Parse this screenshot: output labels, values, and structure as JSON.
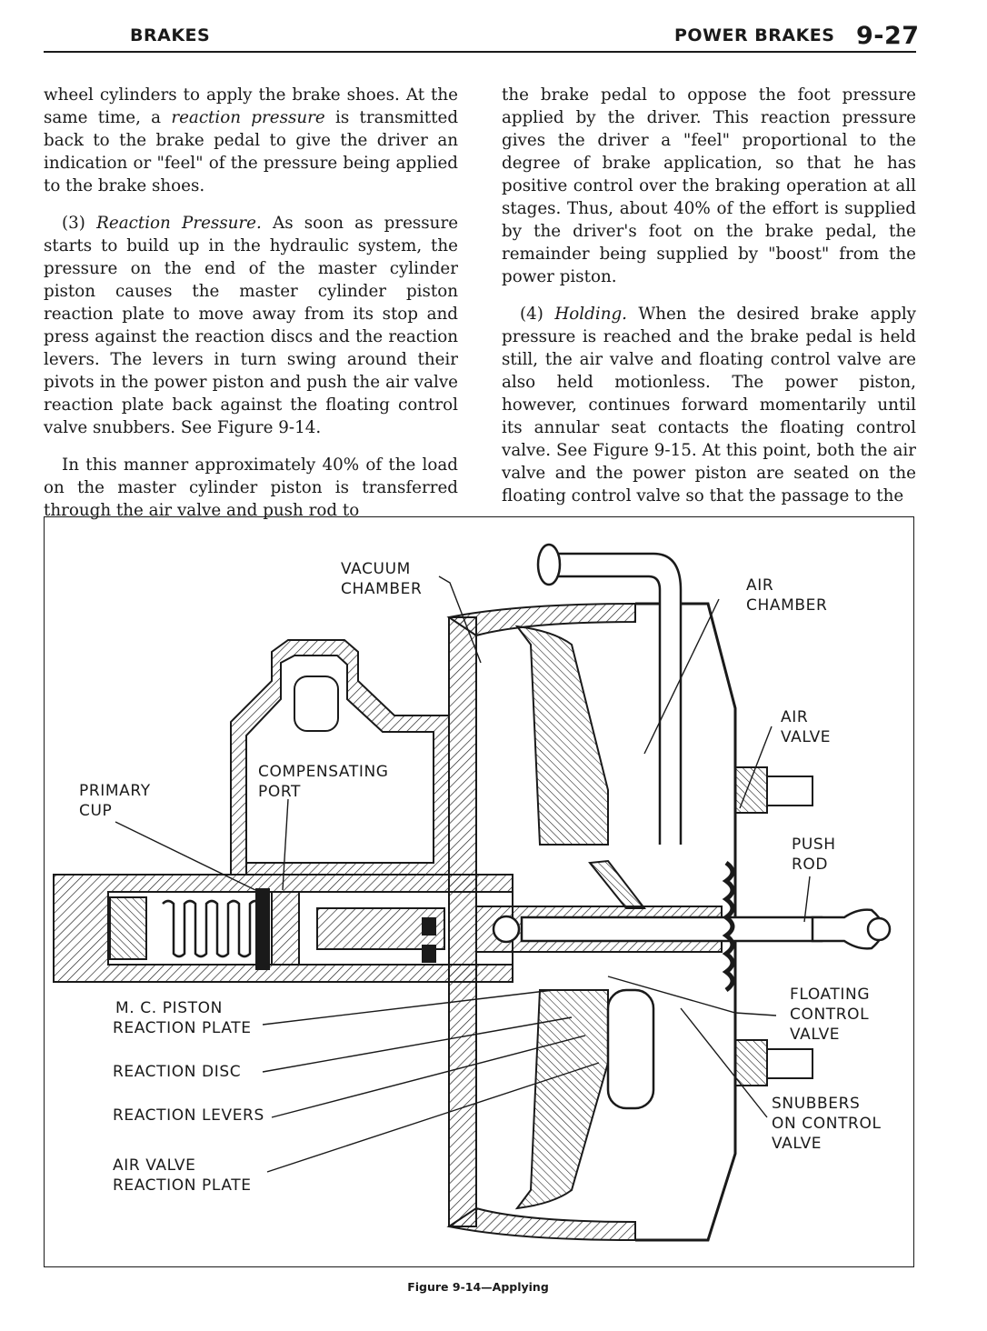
{
  "header": {
    "left": "BRAKES",
    "right": "POWER BRAKES",
    "page_number": "9-27"
  },
  "left_column": {
    "p1": "wheel cylinders to apply the brake shoes. At the same time, a",
    "p1_em": "reaction pressure",
    "p1_rest": "is transmitted back to the brake pedal to give the driver an indication or \"feel\" of the pressure being applied to the brake shoes.",
    "p2_num": "(3)",
    "p2_em": "Reaction Pressure.",
    "p2_rest": "As soon as pressure starts to build up in the hydraulic system, the pressure on the end of the master cylinder piston causes the master cylinder piston reaction plate to move away from its stop and press against the reaction discs and the reaction levers. The levers in turn swing around their pivots in the power piston and push the air valve reaction plate back against the floating control valve snubbers. See Figure 9-14.",
    "p3": "In this manner approximately 40% of the load on the master cylinder piston is transferred through the air valve and push rod to"
  },
  "right_column": {
    "p1": "the brake pedal to oppose the foot pressure applied by the driver. This reaction pressure gives the driver a \"feel\" proportional to the degree of brake application, so that he has positive control over the braking operation at all stages. Thus, about 40% of the effort is supplied by the driver's foot on the brake pedal, the remainder being supplied by \"boost\" from the power piston.",
    "p2_num": "(4)",
    "p2_em": "Holding.",
    "p2_rest": "When the desired brake apply pressure is reached and the brake pedal is held still, the air valve and floating control valve are also held motionless. The power piston, however, continues forward momentarily until its annular seat contacts the floating control valve. See Figure 9-15. At this point, both the air valve and the power piston are seated on the floating control valve so that the passage to the"
  },
  "figure": {
    "labels": {
      "vacuum_chamber": [
        "VACUUM",
        "CHAMBER"
      ],
      "air_chamber": [
        "AIR",
        "CHAMBER"
      ],
      "air_valve": [
        "AIR",
        "VALVE"
      ],
      "compensating_port": [
        "COMPENSATING",
        "PORT"
      ],
      "primary_cup": [
        "PRIMARY",
        "CUP"
      ],
      "push_rod": [
        "PUSH",
        "ROD"
      ],
      "mc_piston_reaction_plate": [
        "M. C. PISTON",
        "REACTION PLATE"
      ],
      "floating_control_valve": [
        "FLOATING",
        "CONTROL",
        "VALVE"
      ],
      "reaction_disc": [
        "REACTION DISC"
      ],
      "reaction_levers": [
        "REACTION LEVERS"
      ],
      "snubbers": [
        "SNUBBERS",
        "ON CONTROL",
        "VALVE"
      ],
      "air_valve_reaction_plate": [
        "AIR VALVE",
        "REACTION PLATE"
      ]
    },
    "caption": "Figure 9-14—Applying"
  }
}
